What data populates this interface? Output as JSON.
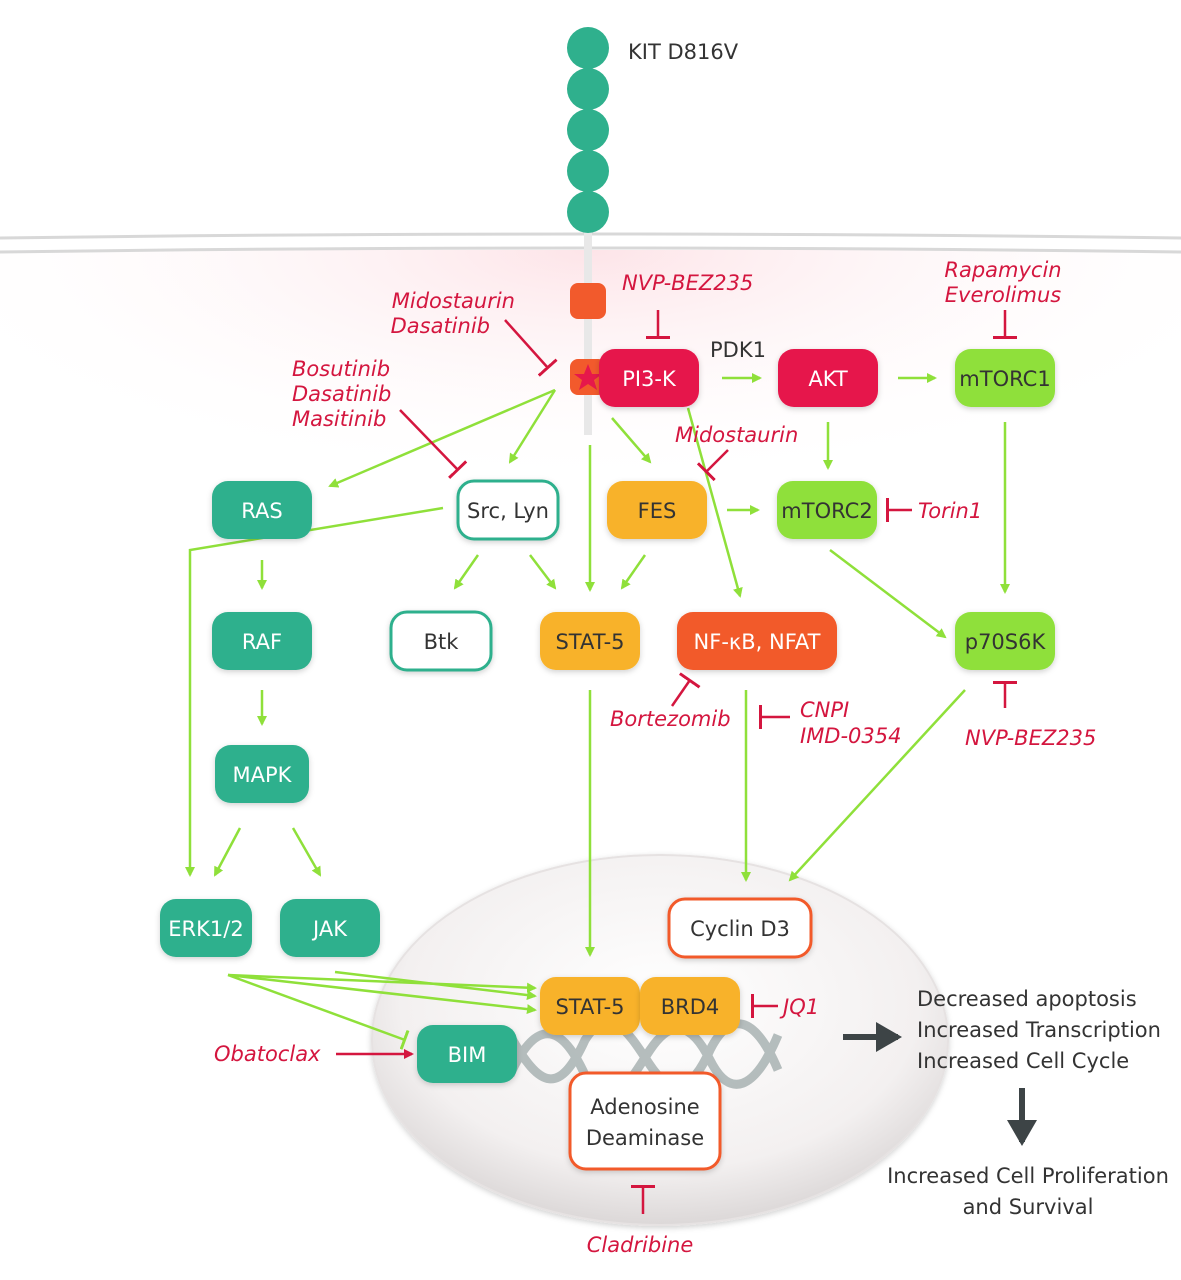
{
  "receptor": {
    "label": "KIT D816V"
  },
  "nodes": {
    "pi3k": "PI3-K",
    "akt": "AKT",
    "mtorc1": "mTORC1",
    "pdk1": "PDK1",
    "ras": "RAS",
    "src": "Src, Lyn",
    "fes": "FES",
    "mtorc2": "mTORC2",
    "raf": "RAF",
    "btk": "Btk",
    "stat5a": "STAT-5",
    "nfkb": "NF-κB, NFAT",
    "p70": "p70S6K",
    "mapk": "MAPK",
    "erk": "ERK1/2",
    "jak": "JAK",
    "cyclin": "Cyclin D3",
    "stat5b": "STAT-5",
    "brd4": "BRD4",
    "bim": "BIM",
    "ada1": "Adenosine",
    "ada2": "Deaminase"
  },
  "drugs": {
    "nvp1": "NVP-BEZ235",
    "rapa": "Rapamycin",
    "evero": "Everolimus",
    "mido1": "Midostaurin",
    "dasa1": "Dasatinib",
    "bosu": "Bosutinib",
    "dasa2": "Dasatinib",
    "masi": "Masitinib",
    "mido2": "Midostaurin",
    "torin": "Torin1",
    "borte": "Bortezomib",
    "cnpi": "CNPI",
    "imd": "IMD-0354",
    "nvp2": "NVP-BEZ235",
    "jq1": "JQ1",
    "obato": "Obatoclax",
    "cladri": "Cladribine"
  },
  "outcomes": {
    "line1": "Decreased apoptosis",
    "line2": "Increased Transcription",
    "line3": "Increased Cell Cycle",
    "final1": "Increased Cell Proliferation",
    "final2": "and Survival"
  },
  "colors": {
    "teal": "#2fb08d",
    "green": "#8fe03a",
    "yellow": "#f8b229",
    "orange": "#f25a2c",
    "red": "#e6184b",
    "inhibitor": "#d4163f",
    "activation_arrow": "#8fe03a",
    "outcome_arrow": "#3d4446"
  }
}
